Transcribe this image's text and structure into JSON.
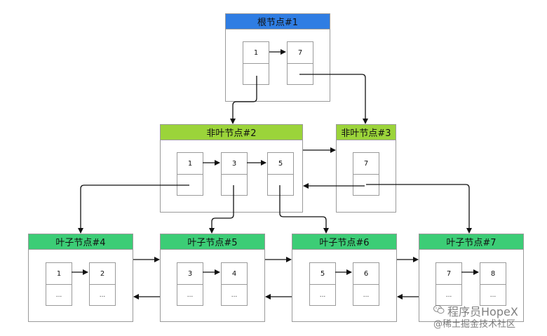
{
  "root": {
    "title": "根节点#1",
    "keys": [
      "1",
      "7"
    ]
  },
  "nonleaf2": {
    "title": "非叶节点#2",
    "keys": [
      "1",
      "3",
      "5"
    ]
  },
  "nonleaf3": {
    "title": "非叶节点#3",
    "keys": [
      "7"
    ]
  },
  "leaf4": {
    "title": "叶子节点#4",
    "keys": [
      "1",
      "2"
    ],
    "ptrs": [
      "...",
      "..."
    ]
  },
  "leaf5": {
    "title": "叶子节点#5",
    "keys": [
      "3",
      "4"
    ],
    "ptrs": [
      "...",
      "..."
    ]
  },
  "leaf6": {
    "title": "叶子节点#6",
    "keys": [
      "5",
      "6"
    ],
    "ptrs": [
      "...",
      "..."
    ]
  },
  "leaf7": {
    "title": "叶子节点#7",
    "keys": [
      "7",
      "8"
    ],
    "ptrs": [
      "...",
      "..."
    ]
  },
  "watermark": {
    "line1": "程序员HopeX",
    "line2": "@稀土掘金技术社区"
  },
  "colors": {
    "root_header": "#2f7de3",
    "nonleaf_header": "#9bd43a",
    "leaf_header": "#3ccd76",
    "border": "#9a9a9a",
    "edge": "#111111"
  }
}
